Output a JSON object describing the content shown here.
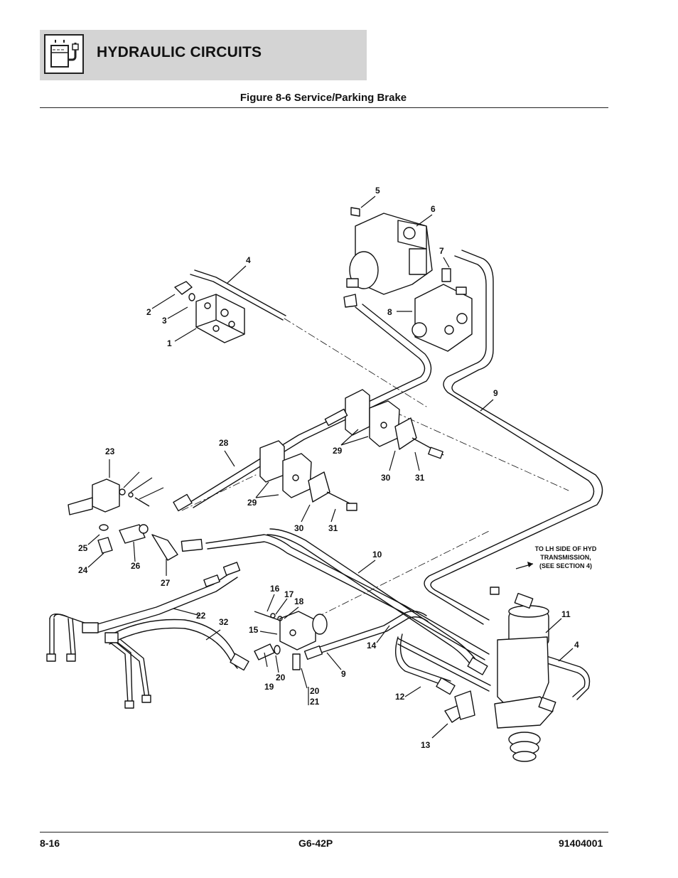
{
  "header": {
    "section_title": "HYDRAULIC CIRCUITS",
    "logo_icon": "hydraulic-reservoir-icon"
  },
  "figure": {
    "caption": "Figure 8-6 Service/Parking Brake",
    "callouts": [
      "1",
      "2",
      "3",
      "4",
      "5",
      "6",
      "7",
      "8",
      "9",
      "10",
      "11",
      "12",
      "13",
      "14",
      "15",
      "16",
      "17",
      "18",
      "19",
      "20",
      "21",
      "22",
      "23",
      "24",
      "25",
      "26",
      "27",
      "28",
      "29",
      "30",
      "31",
      "32"
    ],
    "note_lines": [
      "TO LH SIDE OF HYD",
      "TRANSMISSION,",
      "(SEE SECTION 4)"
    ]
  },
  "footer": {
    "page": "8-16",
    "model": "G6-42P",
    "part_number": "91404001"
  }
}
